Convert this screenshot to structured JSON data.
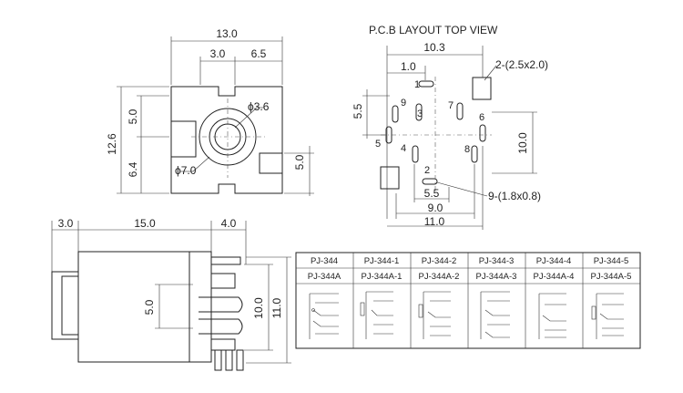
{
  "front_view": {
    "width": "13.0",
    "offset_a": "3.0",
    "offset_b": "6.5",
    "height_total": "12.6",
    "height_upper": "5.0",
    "height_lower": "6.4",
    "right_height": "5.0",
    "inner_dia": "ϕ3.6",
    "outer_dia": "ϕ7.0"
  },
  "pcb_layout": {
    "title": "P.C.B LAYOUT TOP VIEW",
    "width_top": "10.3",
    "pitch_1": "1.0",
    "pad_note": "2-(2.5x2.0)",
    "height_left": "5.5",
    "height_right": "10.0",
    "pitch_2": "5.5",
    "width_9": "9.0",
    "width_11": "11.0",
    "hole_note": "9-(1.8x0.8)",
    "pins": [
      "1",
      "2",
      "3",
      "4",
      "5",
      "6",
      "7",
      "8",
      "9"
    ]
  },
  "side_view": {
    "len_a": "3.0",
    "len_b": "15.0",
    "len_c": "4.0",
    "h_a": "5.0",
    "h_b": "10.0",
    "h_c": "11.0"
  },
  "model_table": {
    "row1": [
      "PJ-344",
      "PJ-344-1",
      "PJ-344-2",
      "PJ-344-3",
      "PJ-344-4",
      "PJ-344-5"
    ],
    "row2": [
      "PJ-344A",
      "PJ-344A-1",
      "PJ-344A-2",
      "PJ-344A-3",
      "PJ-344A-4",
      "PJ-344A-5"
    ]
  }
}
